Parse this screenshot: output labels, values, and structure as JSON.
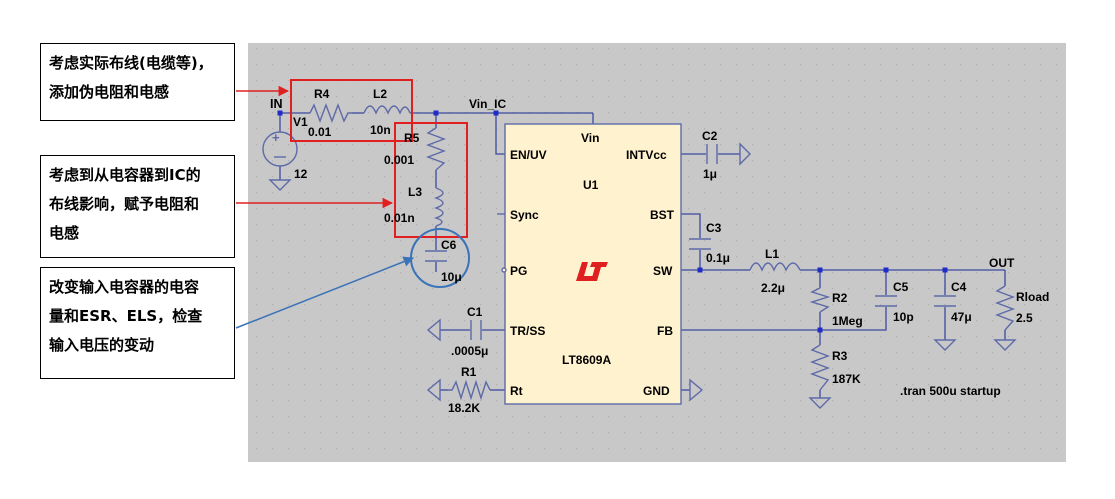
{
  "colors": {
    "canvas_bg": "#c8c8c8",
    "canvas_dots": "#aeaeae",
    "chip_fill": "#fff2cf",
    "wire": "#3c4a9e",
    "symbol": "#5d6aa8",
    "node": "#1f2cc8",
    "highlight_box": "#e02020",
    "callout_arrow_red": "#e02020",
    "callout_arrow_blue": "#3a73b8",
    "circle": "#3a73b8",
    "logo": "#e02020"
  },
  "callouts": {
    "c1": {
      "lines": [
        "考虑实际布线(电缆等)，",
        "添加伪电阻和电感"
      ]
    },
    "c2": {
      "lines": [
        "考虑到从电容器到IC的",
        "布线影响，赋予电阻和",
        "电感"
      ]
    },
    "c3": {
      "lines": [
        "改变输入电容器的电容",
        "量和ESR、ELS，检查",
        "输入电压的变动"
      ]
    }
  },
  "schematic": {
    "source": {
      "net": "IN",
      "name": "V1",
      "value": "12"
    },
    "r4": {
      "name": "R4",
      "value": "0.01"
    },
    "l2": {
      "name": "L2",
      "value": "10n"
    },
    "net_vin_ic": "Vin_IC",
    "r5": {
      "name": "R5",
      "value": "0.001"
    },
    "l3": {
      "name": "L3",
      "value": "0.01n"
    },
    "c6": {
      "name": "C6",
      "value": "10μ"
    },
    "c1": {
      "name": "C1",
      "value": ".0005μ"
    },
    "r1": {
      "name": "R1",
      "value": "18.2K"
    },
    "chip": {
      "ref": "U1",
      "part": "LT8609A",
      "pins": {
        "vin": "Vin",
        "en_uv": "EN/UV",
        "intvcc": "INTVcc",
        "sync": "Sync",
        "bst": "BST",
        "pg": "PG",
        "sw": "SW",
        "tr_ss": "TR/SS",
        "fb": "FB",
        "rt": "Rt",
        "gnd": "GND"
      }
    },
    "c2": {
      "name": "C2",
      "value": "1μ"
    },
    "c3": {
      "name": "C3",
      "value": "0.1μ"
    },
    "l1": {
      "name": "L1",
      "value": "2.2μ"
    },
    "r2": {
      "name": "R2",
      "value": "1Meg"
    },
    "r3": {
      "name": "R3",
      "value": "187K"
    },
    "c5": {
      "name": "C5",
      "value": "10p"
    },
    "c4": {
      "name": "C4",
      "value": "47μ"
    },
    "rload": {
      "name": "Rload",
      "value": "2.5"
    },
    "net_out": "OUT",
    "directive": ".tran 500u startup"
  }
}
